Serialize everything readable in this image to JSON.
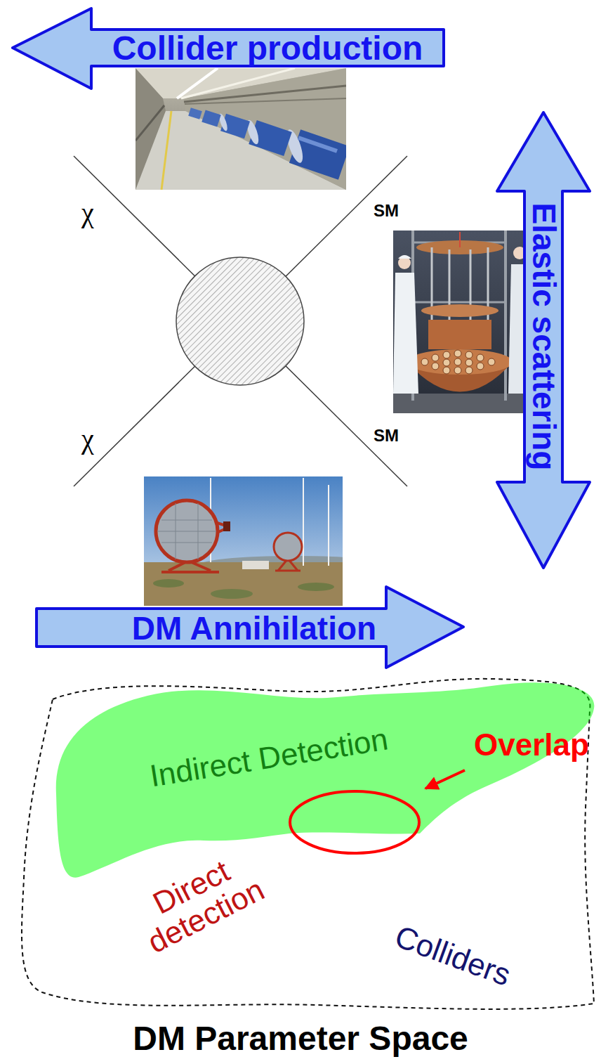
{
  "diagram": {
    "nodes": [
      {
        "text": [
          "Collider production"
        ]
      },
      {
        "text": [
          "Elastic scattering"
        ]
      },
      {
        "text": [
          "DM Annihilation"
        ]
      },
      {
        "text": [
          "DM Parameter Space"
        ]
      },
      {
        "text": [
          "Indirect Detection"
        ],
        "in": 3
      },
      {
        "text": [
          "Direct detection"
        ],
        "in": 3
      },
      {
        "text": [
          "Colliders"
        ],
        "in": 3
      }
    ],
    "labels": [
      "χ",
      "SM",
      "χ",
      "SM",
      "Overlap"
    ]
  }
}
